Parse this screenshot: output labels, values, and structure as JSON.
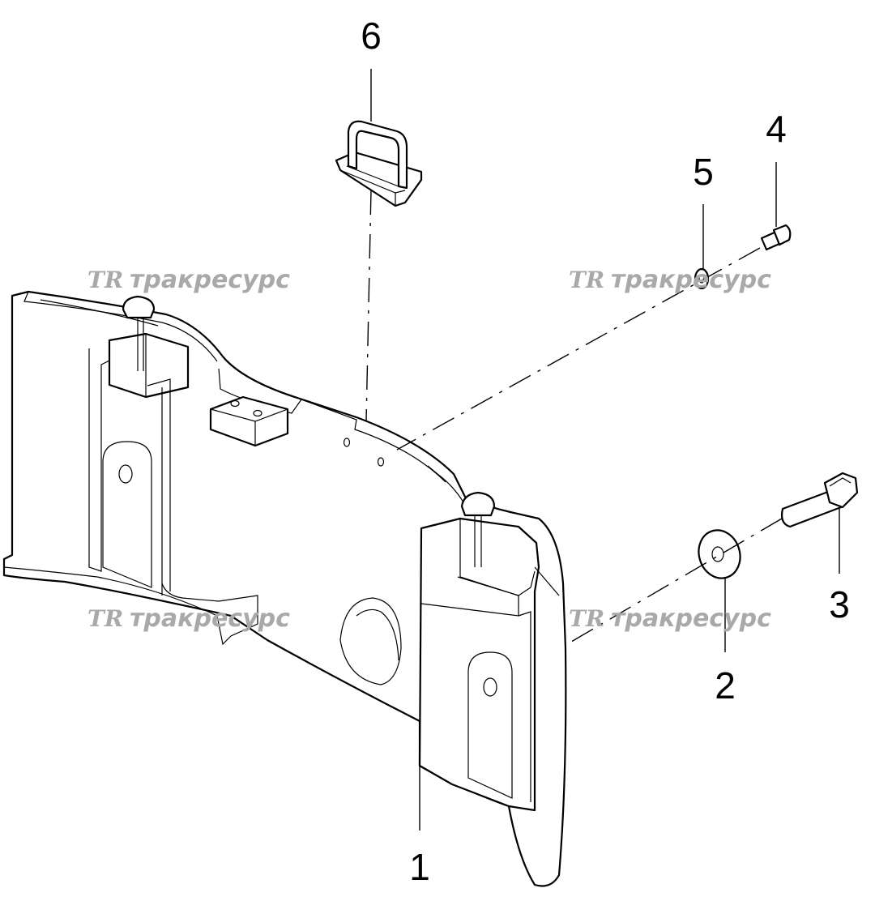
{
  "diagram": {
    "parts": [
      {
        "number": "1",
        "name": "counterweight-body"
      },
      {
        "number": "2",
        "name": "washer"
      },
      {
        "number": "3",
        "name": "bolt"
      },
      {
        "number": "4",
        "name": "screw"
      },
      {
        "number": "5",
        "name": "small-washer"
      },
      {
        "number": "6",
        "name": "lifting-eye"
      }
    ]
  },
  "watermark": {
    "logo": "TR",
    "text": "тракресурс",
    "color": "#a9a9a9"
  }
}
